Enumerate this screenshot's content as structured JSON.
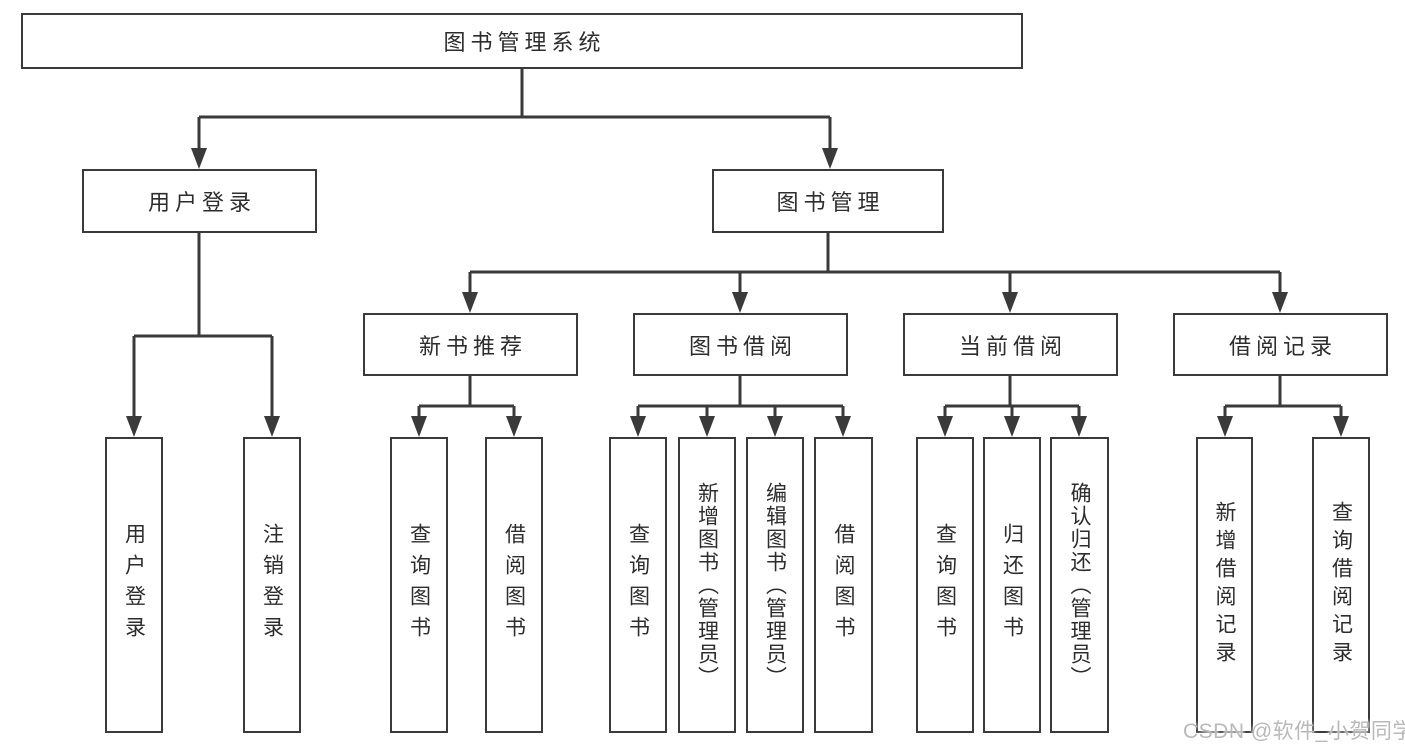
{
  "diagram": {
    "title": "图书管理系统",
    "nodes": {
      "root": {
        "label": "图书管理系统"
      },
      "level2": [
        {
          "label": "用户登录"
        },
        {
          "label": "图书管理"
        }
      ],
      "level3": [
        {
          "label": "新书推荐"
        },
        {
          "label": "图书借阅"
        },
        {
          "label": "当前借阅"
        },
        {
          "label": "借阅记录"
        }
      ],
      "level4": [
        {
          "label": "用户登录"
        },
        {
          "label": "注销登录"
        },
        {
          "label": "查询图书"
        },
        {
          "label": "借阅图书"
        },
        {
          "label": "查询图书"
        },
        {
          "label": "新增图书（管理员）"
        },
        {
          "label": "编辑图书（管理员）"
        },
        {
          "label": "借阅图书"
        },
        {
          "label": "查询图书"
        },
        {
          "label": "归还图书"
        },
        {
          "label": "确认归还（管理员）"
        },
        {
          "label": "新增借阅记录"
        },
        {
          "label": "查询借阅记录"
        }
      ]
    },
    "edges": [
      "图书管理系统 → 用户登录",
      "图书管理系统 → 图书管理",
      "用户登录 → 用户登录",
      "用户登录 → 注销登录",
      "图书管理 → 新书推荐",
      "图书管理 → 图书借阅",
      "图书管理 → 当前借阅",
      "图书管理 → 借阅记录",
      "新书推荐 → 查询图书",
      "新书推荐 → 借阅图书",
      "图书借阅 → 查询图书",
      "图书借阅 → 新增图书（管理员）",
      "图书借阅 → 编辑图书（管理员）",
      "图书借阅 → 借阅图书",
      "当前借阅 → 查询图书",
      "当前借阅 → 归还图书",
      "当前借阅 → 确认归还（管理员）",
      "借阅记录 → 新增借阅记录",
      "借阅记录 → 查询借阅记录"
    ]
  },
  "watermark": {
    "text": "CSDN @软件_小贺同学"
  },
  "colors": {
    "line": "#3a3a3a",
    "box_border": "#3a3a3a",
    "box_fill": "#ffffff",
    "text": "#2d2d2d",
    "watermark": "#b9b9b9",
    "background": "#ffffff"
  }
}
